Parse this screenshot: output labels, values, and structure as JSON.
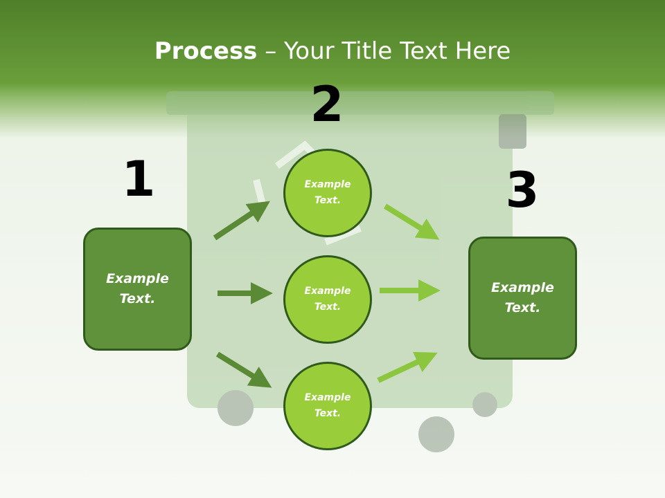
{
  "title": {
    "bold": "Process",
    "rest": " – Your Title Text Here"
  },
  "steps": [
    {
      "number": "1",
      "text": "Example\nText."
    },
    {
      "number": "2",
      "texts": [
        "Example\nText.",
        "Example\nText.",
        "Example\nText."
      ]
    },
    {
      "number": "3",
      "text": "Example\nText."
    }
  ],
  "colors": {
    "header": "#5f8f35",
    "box": "#5f923a",
    "box_border": "#2f5a1b",
    "circle": "#9acd3a",
    "arrow_dark": "#5a8a35",
    "arrow_light": "#8cc63f"
  }
}
